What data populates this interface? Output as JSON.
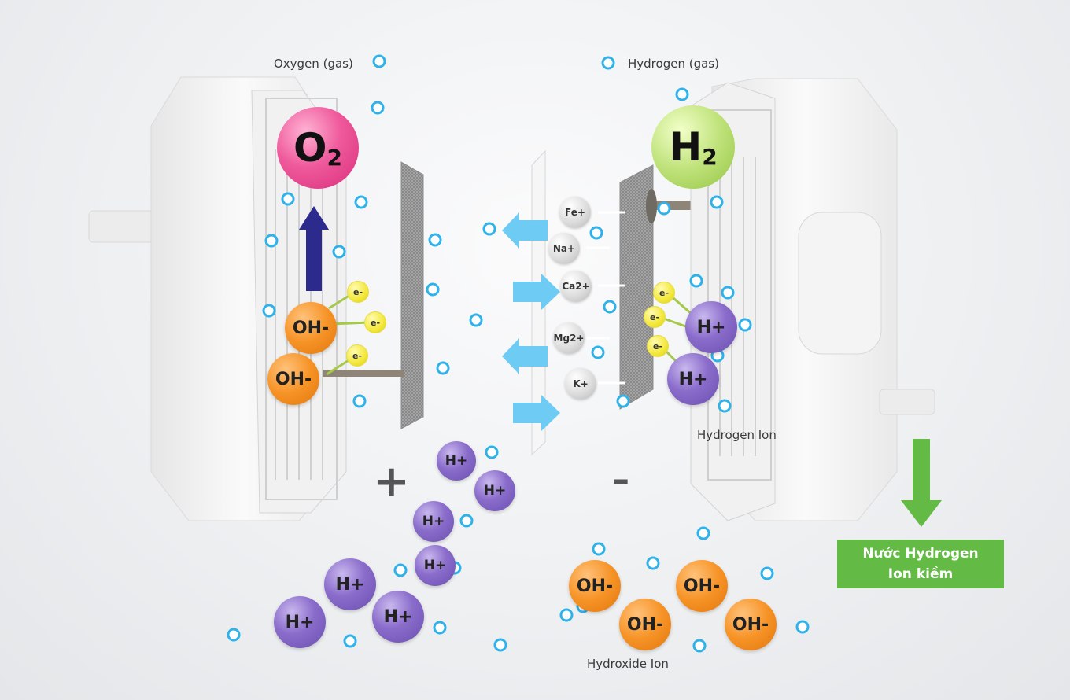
{
  "labels": {
    "oxygen_gas": "Oxygen (gas)",
    "hydrogen_gas": "Hydrogen (gas)",
    "hydrogen_ion": "Hydrogen Ion",
    "hydroxide_ion": "Hydroxide Ion"
  },
  "molecules": {
    "o2": {
      "symbol": "O",
      "subscript": "2",
      "color": "#e8488f"
    },
    "h2": {
      "symbol": "H",
      "subscript": "2",
      "color": "#9fd24a"
    }
  },
  "particles": {
    "hplus": "H+",
    "ohminus": "OH-",
    "electron": "e-"
  },
  "minerals": [
    "Fe+",
    "Na+",
    "Ca2+",
    "Mg2+",
    "K+"
  ],
  "signs": {
    "positive": "+",
    "negative": "–"
  },
  "result": {
    "line1": "Nước Hydrogen",
    "line2": "Ion kiềm",
    "color": "#63bb45"
  },
  "colors": {
    "water_dot": "#2fb2ea",
    "arrow_up": "#2c2a8c",
    "arrow_down": "#63bb45",
    "flow_arrow": "#6ecbf3"
  }
}
